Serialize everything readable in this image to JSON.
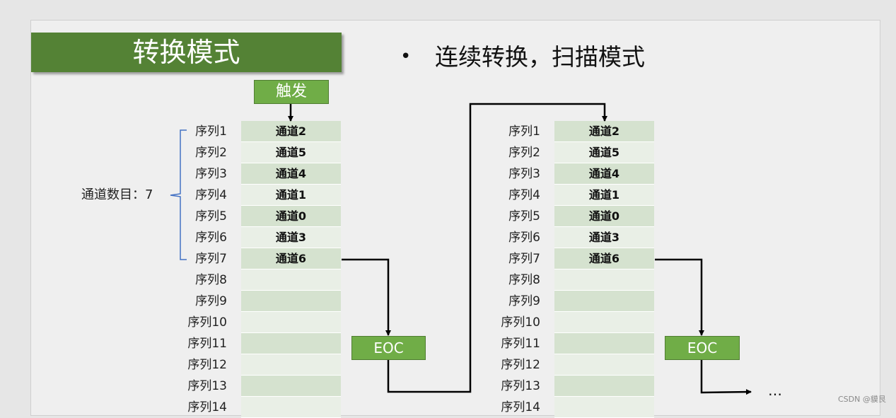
{
  "title": "转换模式",
  "bullet": "连续转换，扫描模式",
  "trigger_label": "触发",
  "eoc_label": "EOC",
  "channel_count_label": "通道数目：7",
  "ellipsis": "…",
  "watermark": "CSDN @貘艮",
  "table1": {
    "rows": [
      {
        "seq": "序列1",
        "channel": "通道2"
      },
      {
        "seq": "序列2",
        "channel": "通道5"
      },
      {
        "seq": "序列3",
        "channel": "通道4"
      },
      {
        "seq": "序列4",
        "channel": "通道1"
      },
      {
        "seq": "序列5",
        "channel": "通道0"
      },
      {
        "seq": "序列6",
        "channel": "通道3"
      },
      {
        "seq": "序列7",
        "channel": "通道6"
      },
      {
        "seq": "序列8",
        "channel": ""
      },
      {
        "seq": "序列9",
        "channel": ""
      },
      {
        "seq": "序列10",
        "channel": ""
      },
      {
        "seq": "序列11",
        "channel": ""
      },
      {
        "seq": "序列12",
        "channel": ""
      },
      {
        "seq": "序列13",
        "channel": ""
      },
      {
        "seq": "序列14",
        "channel": ""
      }
    ]
  },
  "table2": {
    "rows": [
      {
        "seq": "序列1",
        "channel": "通道2"
      },
      {
        "seq": "序列2",
        "channel": "通道5"
      },
      {
        "seq": "序列3",
        "channel": "通道4"
      },
      {
        "seq": "序列4",
        "channel": "通道1"
      },
      {
        "seq": "序列5",
        "channel": "通道0"
      },
      {
        "seq": "序列6",
        "channel": "通道3"
      },
      {
        "seq": "序列7",
        "channel": "通道6"
      },
      {
        "seq": "序列8",
        "channel": ""
      },
      {
        "seq": "序列9",
        "channel": ""
      },
      {
        "seq": "序列10",
        "channel": ""
      },
      {
        "seq": "序列11",
        "channel": ""
      },
      {
        "seq": "序列12",
        "channel": ""
      },
      {
        "seq": "序列13",
        "channel": ""
      },
      {
        "seq": "序列14",
        "channel": ""
      }
    ]
  },
  "colors": {
    "title_bg": "#548235",
    "box_green": "#70ad47",
    "cell_dark": "#d5e2cf",
    "cell_light": "#e9efe6",
    "brace": "#4472c4"
  }
}
